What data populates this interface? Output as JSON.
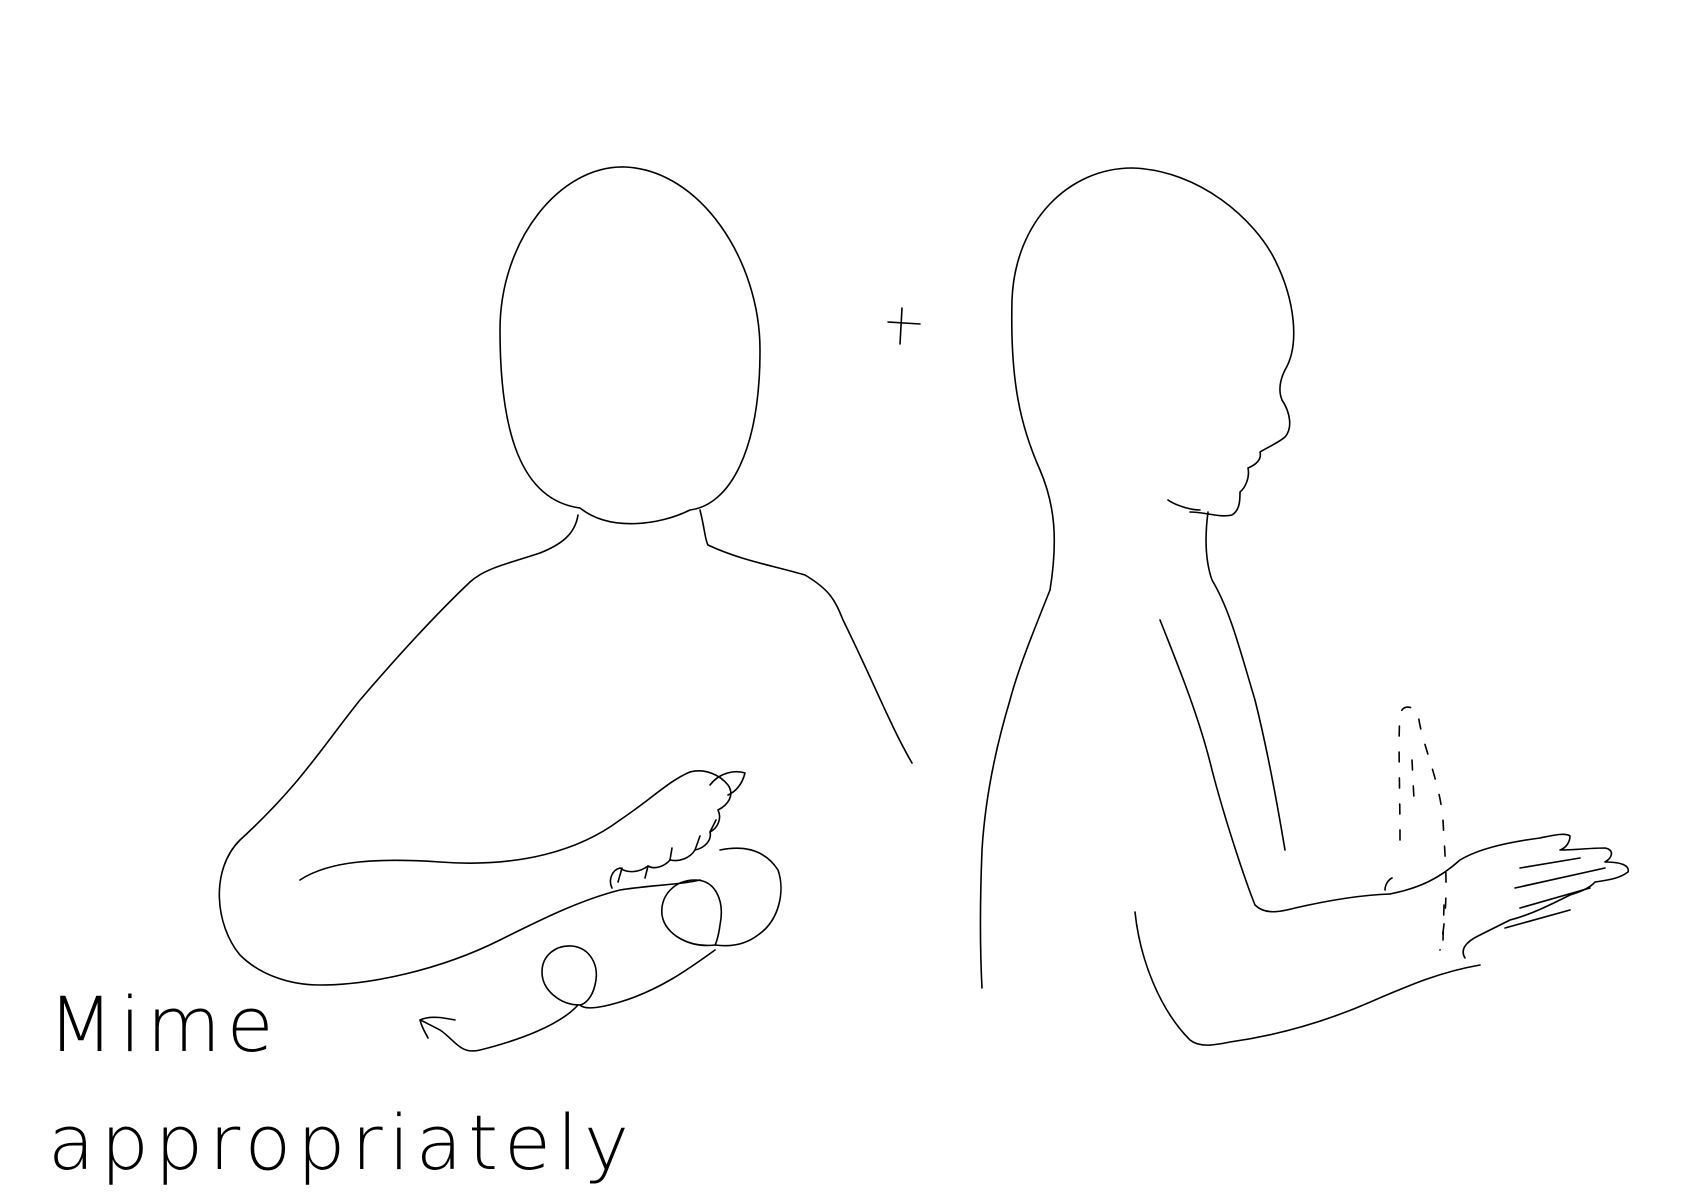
{
  "caption": {
    "line1": "Mime",
    "line2": "appropriately"
  },
  "figures": {
    "left": "front-facing-figure",
    "right": "side-profile-figure"
  },
  "colors": {
    "background": "#ffffff",
    "line": "#000000"
  }
}
